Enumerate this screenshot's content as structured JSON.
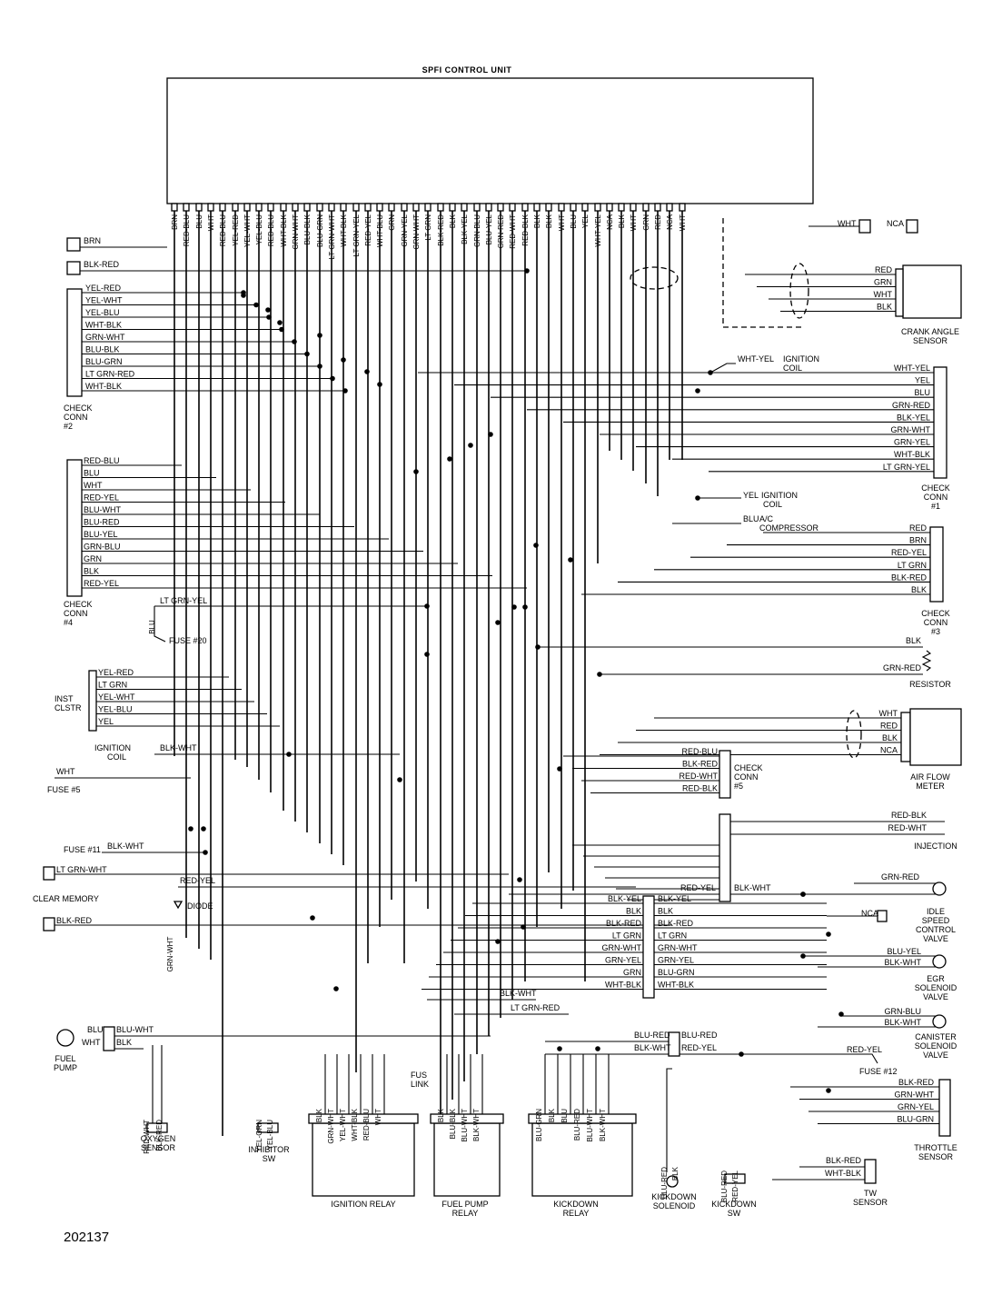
{
  "control_unit": {
    "title": "SPFI CONTROL UNIT",
    "pins": [
      "BRN",
      "RED-BLU",
      "BLU",
      "WHT",
      "RED-BLU",
      "YEL-RED",
      "YEL-WHT",
      "YEL-BLU",
      "RED-BLU",
      "WHT-BLK",
      "GRN-WHT",
      "BLU-BLK",
      "BLU-GRN",
      "LT GRN-WHT",
      "WHT-BLK",
      "LT GRN-YEL",
      "RED-YEL",
      "WHT-BLU",
      "GRN",
      "GRN-YEL",
      "GRN-WHT",
      "LT GRN",
      "BLK-RED",
      "BLK",
      "BLK-YEL",
      "GRN-BLU",
      "BLU-YEL",
      "GRN-RED",
      "RED-WHT",
      "RED-BLK",
      "BLK",
      "BLK",
      "WHT",
      "BLU",
      "YEL",
      "WHT-YEL",
      "NCA",
      "BLK",
      "WHT",
      "GRN",
      "RED",
      "NCA",
      "WHT"
    ]
  },
  "check_conn_2": {
    "label": "CHECK\nCONN\n#2",
    "wires": [
      "BRN",
      "BLK-RED",
      "YEL-RED",
      "YEL-WHT",
      "YEL-BLU",
      "WHT-BLK",
      "GRN-WHT",
      "BLU-BLK",
      "BLU-GRN",
      "LT GRN-RED",
      "WHT-BLK"
    ]
  },
  "check_conn_4": {
    "label": "CHECK\nCONN\n#4",
    "wires": [
      "RED-BLU",
      "BLU",
      "WHT",
      "RED-YEL",
      "BLU-WHT",
      "BLU-RED",
      "BLU-YEL",
      "GRN-BLU",
      "GRN",
      "BLK",
      "RED-YEL"
    ]
  },
  "check_conn_1": {
    "label": "CHECK\nCONN\n#1",
    "wires": [
      "WHT-YEL",
      "YEL",
      "BLU",
      "GRN-RED",
      "BLK-YEL",
      "GRN-WHT",
      "GRN-YEL",
      "WHT-BLK",
      "LT GRN-YEL"
    ]
  },
  "check_conn_3": {
    "label": "CHECK\nCONN\n#3",
    "wires": [
      "RED",
      "BRN",
      "RED-YEL",
      "LT GRN",
      "BLK-RED",
      "BLK"
    ]
  },
  "check_conn_5": {
    "label": "CHECK\nCONN\n#5",
    "wires": [
      "RED-BLU",
      "BLK-RED",
      "RED-WHT",
      "RED-BLK"
    ]
  },
  "crank_angle_sensor": {
    "label": "CRANK ANGLE\nSENSOR",
    "wires": [
      "RED",
      "GRN",
      "WHT",
      "BLK"
    ],
    "top_wires": [
      "WHT",
      "NCA"
    ]
  },
  "ignition_coil_1": {
    "wire": "WHT-YEL",
    "label": "IGNITION\nCOIL"
  },
  "ignition_coil_2": {
    "wire": "YEL",
    "label": "IGNITION\nCOIL"
  },
  "ignition_coil_3": {
    "wire": "BLK-WHT",
    "label": "IGNITION\nCOIL"
  },
  "ac_compressor": {
    "wire": "BLU",
    "label": "A/C\nCOMPRESSOR"
  },
  "fuse_20": {
    "wires": [
      "LT GRN-YEL",
      "BLU"
    ],
    "label": "FUSE #20"
  },
  "resistor": {
    "wires": [
      "BLK",
      "GRN-RED"
    ],
    "label": "RESISTOR"
  },
  "inst_clstr": {
    "label": "INST\nCLSTR",
    "wires": [
      "YEL-RED",
      "LT GRN",
      "YEL-WHT",
      "YEL-BLU",
      "YEL"
    ]
  },
  "air_flow_meter": {
    "wires": [
      "WHT",
      "RED",
      "BLK",
      "NCA"
    ],
    "label": "AIR FLOW\nMETER"
  },
  "fuse_5": {
    "wire": "WHT",
    "label": "FUSE #5"
  },
  "fuse_11": {
    "wire": "BLK-WHT",
    "label": "FUSE #11"
  },
  "clear_memory": {
    "wires": [
      "LT GRN-WHT",
      "BLK-RED"
    ],
    "label": "CLEAR MEMORY"
  },
  "diode": {
    "wire": "RED-YEL",
    "label": "DIODE"
  },
  "injection": {
    "wires": [
      "RED-BLK",
      "RED-WHT"
    ],
    "label": "INJECTION"
  },
  "idle_speed_control_valve": {
    "wires": [
      "GRN-RED",
      "RED-YEL",
      "BLK-WHT",
      "NCA"
    ],
    "label": "IDLE\nSPEED\nCONTROL\nVALVE"
  },
  "conn_block": {
    "left": [
      "BLK-YEL",
      "BLK",
      "BLK-RED",
      "LT GRN",
      "GRN-WHT",
      "GRN-YEL",
      "GRN",
      "WHT-BLK"
    ],
    "right": [
      "BLK-YEL",
      "BLK",
      "BLK-RED",
      "LT GRN",
      "GRN-WHT",
      "GRN-YEL",
      "BLU-GRN",
      "WHT-BLK"
    ]
  },
  "egr_solenoid_valve": {
    "wires": [
      "BLU-YEL",
      "BLK-WHT"
    ],
    "label": "EGR\nSOLENOID\nVALVE"
  },
  "canister_solenoid_valve": {
    "wires": [
      "GRN-BLU",
      "BLK-WHT"
    ],
    "label": "CANISTER\nSOLENOID\nVALVE"
  },
  "fuel_pump": {
    "wires": [
      "BLU",
      "WHT",
      "BLU-WHT",
      "BLK"
    ],
    "label": "FUEL\nPUMP"
  },
  "oxygen_sensor": {
    "wires": [
      "RED-WHT",
      "BLK-RED"
    ],
    "label": "OXYGEN\nSENSOR",
    "wire_grn_wht": "GRN-WHT"
  },
  "inhibitor_sw": {
    "wires": [
      "YEL-GRN",
      "YEL-BLU"
    ],
    "label": "INHIBITOR\nSW"
  },
  "ignition_relay": {
    "wires": [
      "BLK",
      "GRN-WHT",
      "YEL-WHT",
      "WHT-BLK",
      "RED-BLU",
      "WHT"
    ],
    "label": "IGNITION RELAY"
  },
  "fus_link": {
    "label": "FUS\nLINK"
  },
  "fuel_pump_relay": {
    "wires": [
      "BLK",
      "BLU-BLK",
      "BLU-WHT",
      "BLK-WHT"
    ],
    "label": "FUEL PUMP\nRELAY"
  },
  "kickdown_relay": {
    "wires": [
      "BLU-GRN",
      "BLK",
      "BLU",
      "BLU-RED",
      "BLU-WHT",
      "BLK-WHT"
    ],
    "label": "KICKDOWN\nRELAY"
  },
  "relay_feed": {
    "wires": [
      "BLK-WHT",
      "LT GRN-RED",
      "BLU-RED",
      "BLK-WHT",
      "BLU-RED",
      "RED-YEL",
      "RED-YEL"
    ]
  },
  "fuse_12": {
    "wire": "RED-YEL",
    "label": "FUSE #12"
  },
  "kickdown_solenoid": {
    "wires": [
      "BLU-RED",
      "BLK"
    ],
    "label": "KICKDOWN\nSOLENOID"
  },
  "kickdown_sw": {
    "wires": [
      "BLU-RED",
      "RED-YEL"
    ],
    "label": "KICKDOWN\nSW"
  },
  "throttle_sensor": {
    "wires": [
      "BLK-RED",
      "GRN-WHT",
      "GRN-YEL",
      "BLU-GRN"
    ],
    "label": "THROTTLE\nSENSOR"
  },
  "tw_sensor": {
    "wires": [
      "BLK-RED",
      "WHT-BLK"
    ],
    "label": "TW\nSENSOR"
  },
  "figure_number": "202137"
}
